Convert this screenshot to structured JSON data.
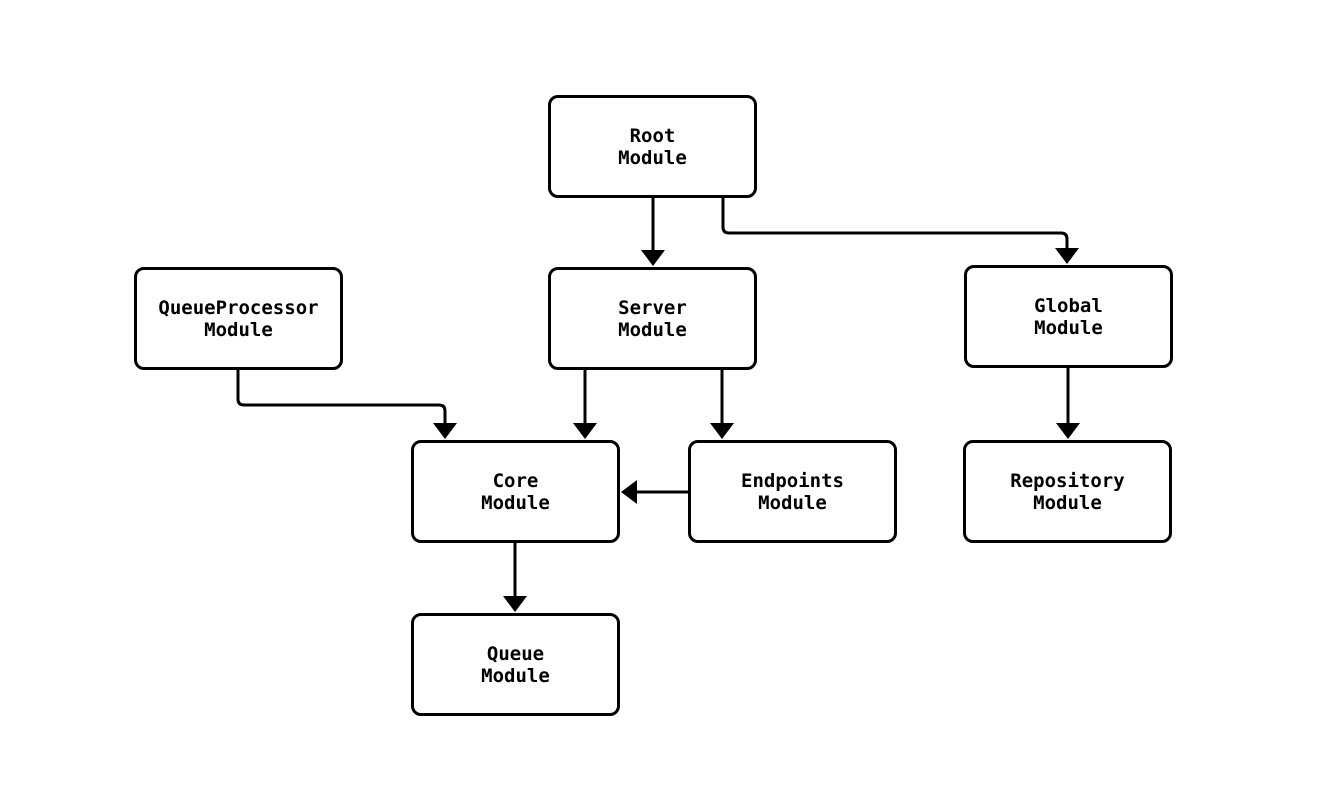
{
  "diagram": {
    "type": "flowchart",
    "background": "#ffffff",
    "node_style": {
      "fill": "#ffffff",
      "border": "#000000",
      "text": "#000000"
    },
    "edge_color": "#000000",
    "nodes": {
      "root": {
        "label": "Root\nModule"
      },
      "queueprocessor": {
        "label": "QueueProcessor\nModule"
      },
      "server": {
        "label": "Server\nModule"
      },
      "global": {
        "label": "Global\nModule"
      },
      "core": {
        "label": "Core\nModule"
      },
      "endpoints": {
        "label": "Endpoints\nModule"
      },
      "repository": {
        "label": "Repository\nModule"
      },
      "queue": {
        "label": "Queue\nModule"
      }
    },
    "edges": [
      {
        "from": "Root Module",
        "to": "Server Module"
      },
      {
        "from": "Root Module",
        "to": "Global Module"
      },
      {
        "from": "QueueProcessor Module",
        "to": "Core Module"
      },
      {
        "from": "Server Module",
        "to": "Core Module"
      },
      {
        "from": "Server Module",
        "to": "Endpoints Module"
      },
      {
        "from": "Endpoints Module",
        "to": "Core Module"
      },
      {
        "from": "Core Module",
        "to": "Queue Module"
      },
      {
        "from": "Global Module",
        "to": "Repository Module"
      }
    ]
  }
}
